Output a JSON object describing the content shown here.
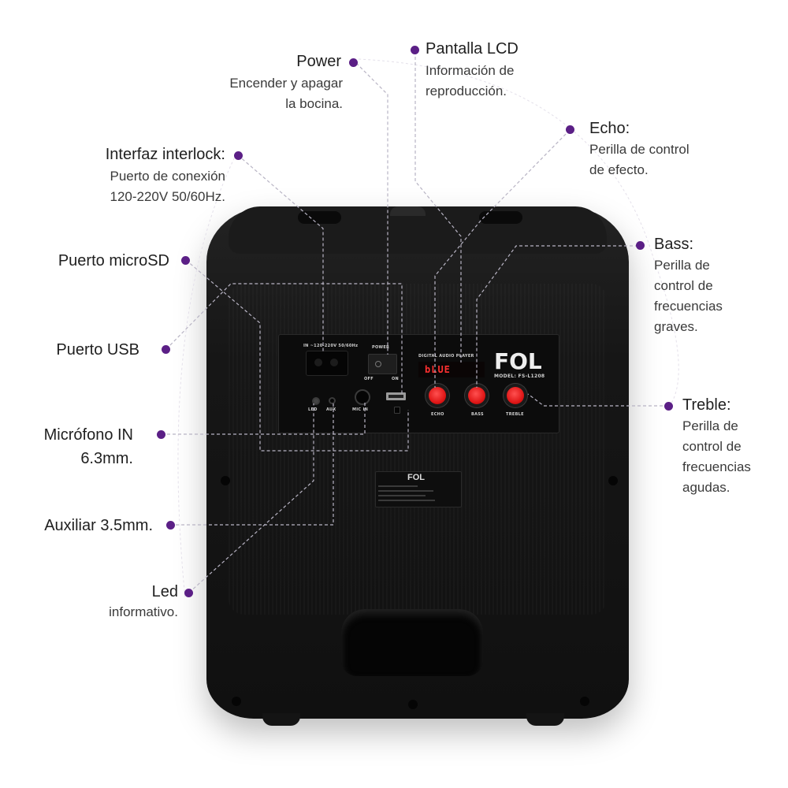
{
  "diagram": {
    "subject": "FOL speaker rear panel",
    "accent_color": "#5b1f86",
    "callouts": [
      {
        "id": "power",
        "title": "Power",
        "description": [
          "Encender y apagar",
          "la bocina."
        ]
      },
      {
        "id": "lcd",
        "title": "Pantalla LCD",
        "description": [
          "Información de",
          "reproducción."
        ]
      },
      {
        "id": "echo",
        "title": "Echo:",
        "description": [
          "Perilla de control",
          "de efecto."
        ]
      },
      {
        "id": "interlock",
        "title": "Interfaz interlock:",
        "description": [
          "Puerto de conexión",
          "120-220V 50/60Hz."
        ]
      },
      {
        "id": "bass",
        "title": "Bass:",
        "description": [
          "Perilla de",
          "control de",
          "frecuencias",
          "graves."
        ]
      },
      {
        "id": "microsd",
        "title": "Puerto microSD",
        "description": []
      },
      {
        "id": "usb",
        "title": "Puerto USB",
        "description": []
      },
      {
        "id": "treble",
        "title": "Treble:",
        "description": [
          "Perilla de",
          "control de",
          "frecuencias",
          "agudas."
        ]
      },
      {
        "id": "mic",
        "title": "Micrófono IN",
        "description": [
          "6.3mm."
        ]
      },
      {
        "id": "aux",
        "title": "Auxiliar 3.5mm.",
        "description": []
      },
      {
        "id": "led",
        "title": "Led",
        "description": [
          "informativo."
        ]
      }
    ]
  },
  "panel": {
    "ac_label": "IN ~120-220V 50/60Hz",
    "power_label": "POWER",
    "off_label": "OFF",
    "on_label": "ON",
    "lcd_header": "DIGITAL AUDIO PLAYER",
    "lcd_text": "bLUE",
    "brand": "FOL",
    "model": "MODEL: FS-L1208",
    "led_label": "LED",
    "aux_label": "AUX",
    "mic_label": "MIC IN",
    "knobs": [
      "ECHO",
      "BASS",
      "TREBLE"
    ]
  },
  "rating_plate": {
    "brand": "FOL"
  }
}
